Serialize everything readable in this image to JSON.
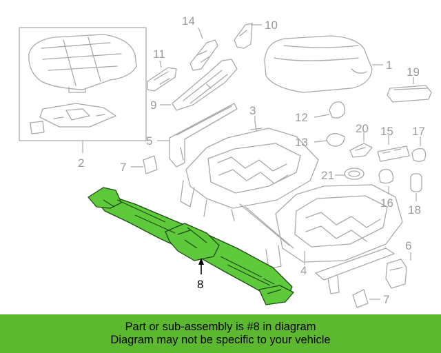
{
  "callouts": {
    "c1": "1",
    "c2": "2",
    "c3": "3",
    "c4": "4",
    "c5": "5",
    "c6": "6",
    "c7a": "7",
    "c7b": "7",
    "c8": "8",
    "c9": "9",
    "c10": "10",
    "c11": "11",
    "c12": "12",
    "c13": "13",
    "c14": "14",
    "c15": "15",
    "c16": "16",
    "c17": "17",
    "c18": "18",
    "c19": "19",
    "c20": "20",
    "c21": "21"
  },
  "highlighted_part": "8",
  "colors": {
    "highlight": "#5ec93a",
    "banner": "#5cb82f",
    "parts": "#a9a9a9"
  },
  "banner": {
    "line1": "Part or sub-assembly is #8 in diagram",
    "line2": "Diagram may not be specific to your vehicle"
  }
}
